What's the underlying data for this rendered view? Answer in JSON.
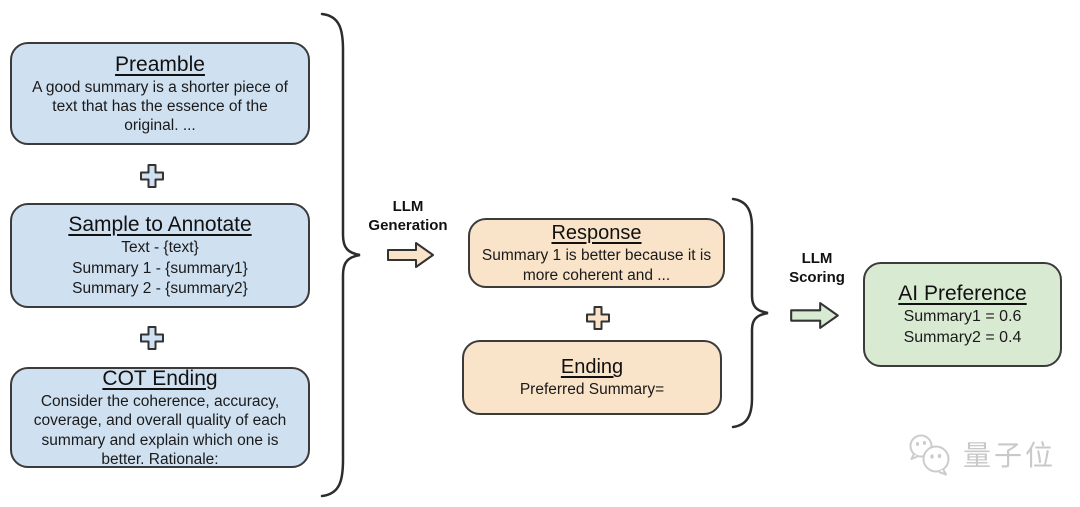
{
  "colors": {
    "prompt_box_fill": "#cfe0f1",
    "response_box_fill": "#f9e3c9",
    "output_box_fill": "#d9ead3",
    "border": "#3b3b3b",
    "watermark": "#c9c9c9"
  },
  "prompt_column": {
    "preamble": {
      "title": "Preamble",
      "body": "A good summary is a shorter piece of text that has the essence of the original. ..."
    },
    "sample": {
      "title": "Sample to Annotate",
      "lines": [
        "Text - {text}",
        "Summary 1 - {summary1}",
        "Summary 2 - {summary2}"
      ]
    },
    "cot": {
      "title": "COT Ending",
      "body": "Consider the coherence, accuracy, coverage, and overall quality of each summary and explain which one is better. Rationale:"
    }
  },
  "generation_column": {
    "response": {
      "title": "Response",
      "body": "Summary 1 is better because it is more coherent and ..."
    },
    "ending": {
      "title": "Ending",
      "body": "Preferred Summary="
    }
  },
  "output_column": {
    "preference": {
      "title": "AI Preference",
      "lines": [
        "Summary1 = 0.6",
        "Summary2 = 0.4"
      ]
    }
  },
  "arrows": {
    "generation": {
      "label_line1": "LLM",
      "label_line2": "Generation"
    },
    "scoring": {
      "label_line1": "LLM",
      "label_line2": "Scoring"
    }
  },
  "watermark": {
    "text": "量子位"
  }
}
